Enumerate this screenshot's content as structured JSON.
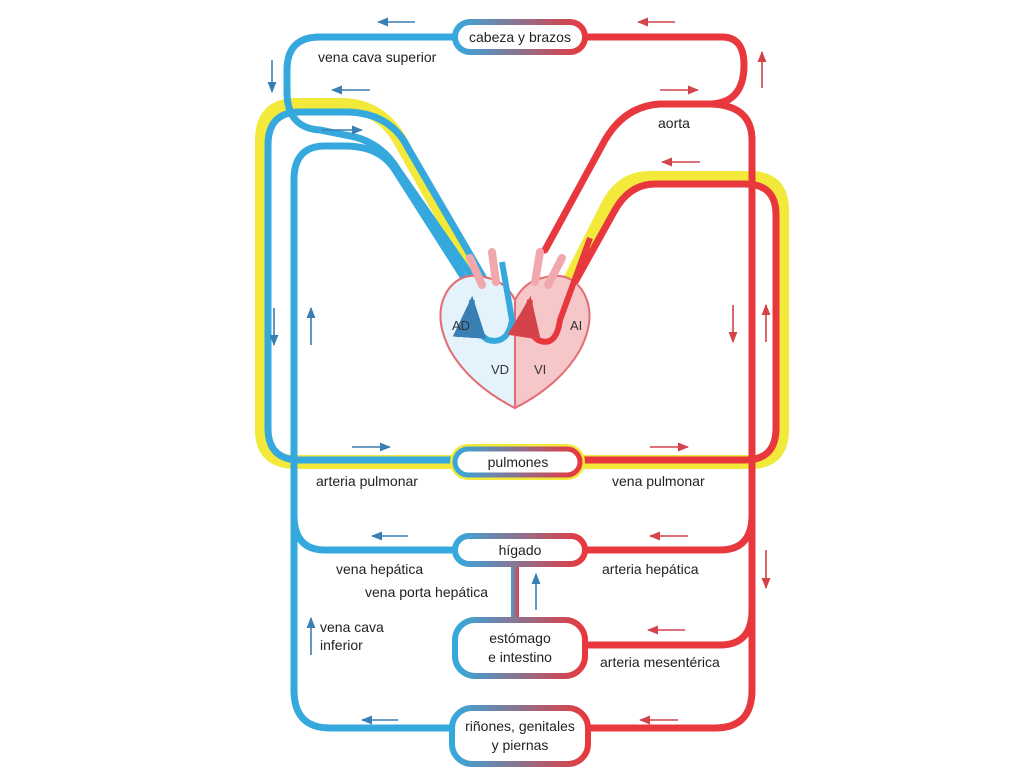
{
  "colors": {
    "venous": "#35a9dd",
    "arterial": "#e8383d",
    "pulmonary_highlight": "#f2e93a",
    "heart_fill": "#f6c7c9",
    "heart_right": "#e4f3fb",
    "heart_outline": "#e26d74",
    "arrow_blue": "#3a7fb3",
    "arrow_red": "#d4424a"
  },
  "organs": {
    "head_arms": "cabeza y brazos",
    "lungs": "pulmones",
    "liver": "hígado",
    "stomach_line1": "estómago",
    "stomach_line2": "e intestino",
    "kidneys_line1": "riñones, genitales",
    "kidneys_line2": "y piernas"
  },
  "vessels": {
    "superior_vena_cava": "vena cava superior",
    "aorta": "aorta",
    "pulmonary_artery": "arteria pulmonar",
    "pulmonary_vein": "vena pulmonar",
    "hepatic_vein": "vena hepática",
    "hepatic_artery": "arteria hepática",
    "hepatic_portal_vein": "vena porta hepática",
    "inferior_vena_cava_line1": "vena cava",
    "inferior_vena_cava_line2": "inferior",
    "mesenteric_artery": "arteria mesentérica"
  },
  "heart": {
    "right_atrium": "AD",
    "left_atrium": "AI",
    "right_ventricle": "VD",
    "left_ventricle": "VI"
  }
}
